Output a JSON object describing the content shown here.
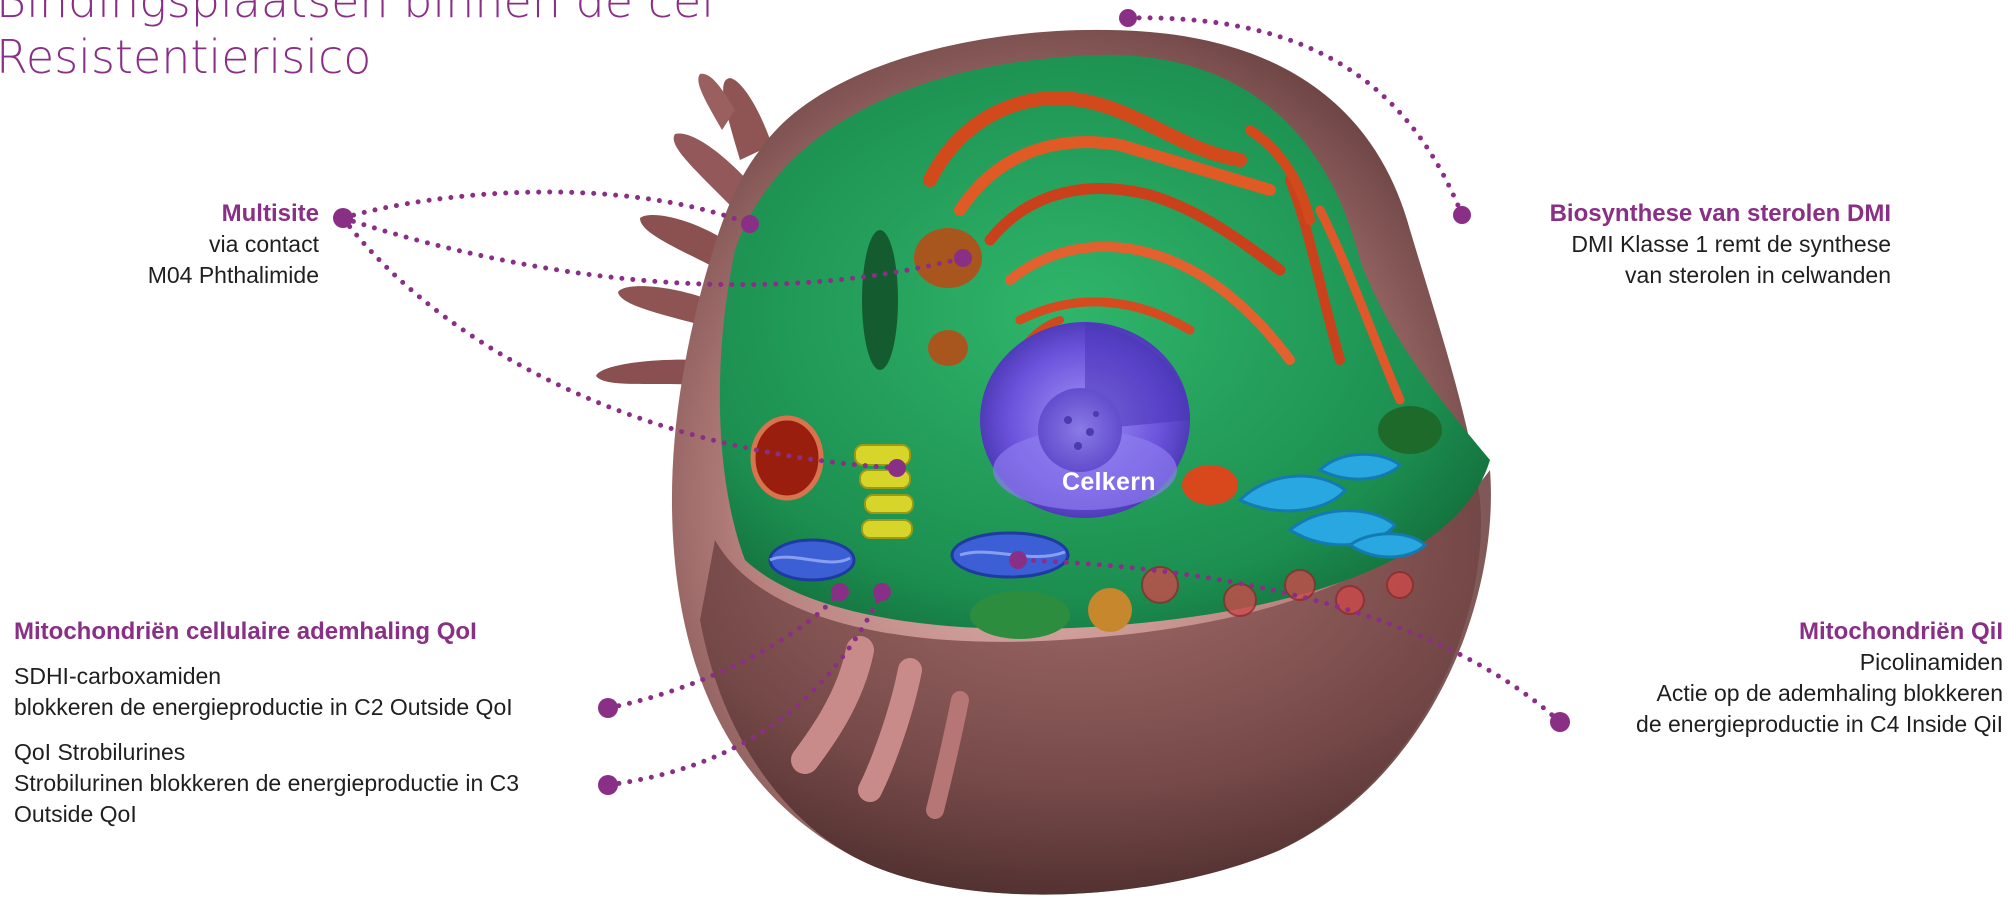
{
  "title": {
    "line1": "Bindingsplaatsen binnen de cel",
    "line2": "Resistentierisico"
  },
  "labels": {
    "multisite": {
      "heading": "Multisite",
      "line1": "via contact",
      "line2": "M04 Phthalimide"
    },
    "dmi": {
      "heading": "Biosynthese van sterolen DMI",
      "line1": "DMI Klasse 1 remt de synthese",
      "line2": "van sterolen in celwanden"
    },
    "mito_left": {
      "heading": "Mitochondriën cellulaire ademhaling QoI",
      "sdhi_line1": "SDHI-carboxamiden",
      "sdhi_line2": "blokkeren de energieproductie in C2 Outside QoI",
      "qoi_line1": "QoI Strobilurines",
      "qoi_line2": "Strobilurinen blokkeren de energieproductie in C3",
      "qoi_line3": "Outside QoI"
    },
    "mito_right": {
      "heading": "Mitochondriën QiI",
      "line1": "Picolinamiden",
      "line2": "Actie op de ademhaling blokkeren",
      "line3": "de energieproductie in C4 Inside QiI"
    },
    "nucleus": "Celkern"
  },
  "colors": {
    "accent": "#8a2f86",
    "membrane": "#b98483",
    "cytoplasm": "#1f9a58",
    "nucleus": "#6a4fd9",
    "er": "#d9481d",
    "mitochondria": "#3d5fd6",
    "golgi": "#29a7e0",
    "centriole": "#d8d52a"
  }
}
